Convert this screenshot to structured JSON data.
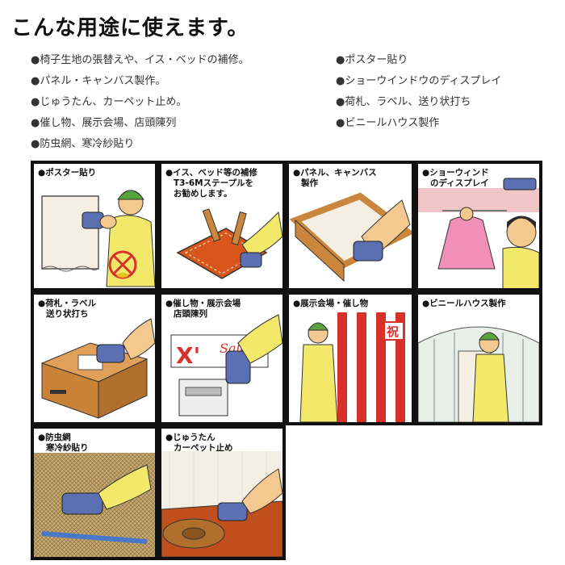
{
  "title": "こんな用途に使えます。",
  "uses_left": [
    "●椅子生地の張替えや、イス・ベッドの補修。",
    "●パネル・キャンバス製作。",
    "●じゅうたん、カーペット止め。",
    "●催し物、展示会場、店頭陳列",
    "●防虫網、寒冷紗貼り"
  ],
  "uses_right": [
    "●ポスター貼り",
    "●ショーウインドウのディスプレイ",
    "●荷札、ラベル、送り状打ち",
    "●ビニールハウス製作"
  ],
  "panels": [
    {
      "lines": [
        "●ポスター貼り"
      ]
    },
    {
      "lines": [
        "●イス、ベッド等の補修",
        "T3-6Mステープルを",
        "お勧めします。"
      ]
    },
    {
      "lines": [
        "●パネル、キャンバス",
        "製作"
      ]
    },
    {
      "lines": [
        "●ショーウィンド",
        "のディスプレイ"
      ]
    },
    {
      "lines": [
        "●荷札・ラベル",
        "送り状打ち"
      ]
    },
    {
      "lines": [
        "●催し物・展示会場",
        "店頭陳列"
      ]
    },
    {
      "lines": [
        "●展示会場・催し物"
      ]
    },
    {
      "lines": [
        "●ビニールハウス製作"
      ]
    },
    {
      "lines": [
        "●防虫網",
        "寒冷紗貼り"
      ]
    },
    {
      "lines": [
        "●じゅうたん",
        "カーペット止め"
      ]
    }
  ],
  "art_text": {
    "sale": "Sale",
    "x": "X'",
    "iwai": "祝"
  },
  "colors": {
    "stapler": "#5b6fb3",
    "skin": "#f3c98f",
    "shirt": "#f2e96b",
    "helmet": "#5aa33c",
    "wood": "#c9863c",
    "red": "#d8312b"
  }
}
